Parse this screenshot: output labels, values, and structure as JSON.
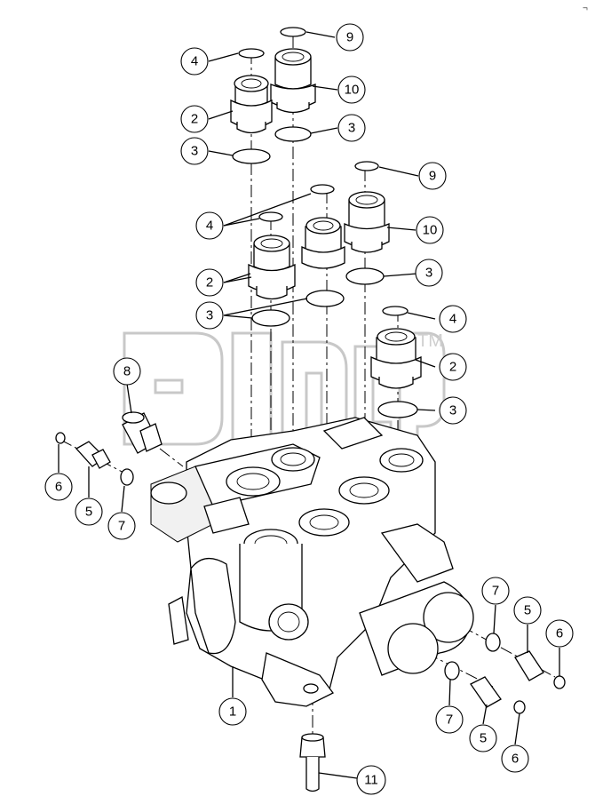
{
  "watermark": {
    "trademark": "TM"
  },
  "corner_mark": "¬",
  "callouts": [
    {
      "id": "c9a",
      "label": "9"
    },
    {
      "id": "c4a",
      "label": "4"
    },
    {
      "id": "c10a",
      "label": "10"
    },
    {
      "id": "c2a",
      "label": "2"
    },
    {
      "id": "c3a",
      "label": "3"
    },
    {
      "id": "c3b",
      "label": "3"
    },
    {
      "id": "c9b",
      "label": "9"
    },
    {
      "id": "c4b",
      "label": "4"
    },
    {
      "id": "c10b",
      "label": "10"
    },
    {
      "id": "c2b",
      "label": "2"
    },
    {
      "id": "c3c",
      "label": "3"
    },
    {
      "id": "c3d",
      "label": "3"
    },
    {
      "id": "c4c",
      "label": "4"
    },
    {
      "id": "c2c",
      "label": "2"
    },
    {
      "id": "c3e",
      "label": "3"
    },
    {
      "id": "c8",
      "label": "8"
    },
    {
      "id": "c6a",
      "label": "6"
    },
    {
      "id": "c5a",
      "label": "5"
    },
    {
      "id": "c7a",
      "label": "7"
    },
    {
      "id": "c7b",
      "label": "7"
    },
    {
      "id": "c5b",
      "label": "5"
    },
    {
      "id": "c6b",
      "label": "6"
    },
    {
      "id": "c1",
      "label": "1"
    },
    {
      "id": "c7c",
      "label": "7"
    },
    {
      "id": "c5c",
      "label": "5"
    },
    {
      "id": "c6c",
      "label": "6"
    },
    {
      "id": "c11",
      "label": "11"
    }
  ]
}
